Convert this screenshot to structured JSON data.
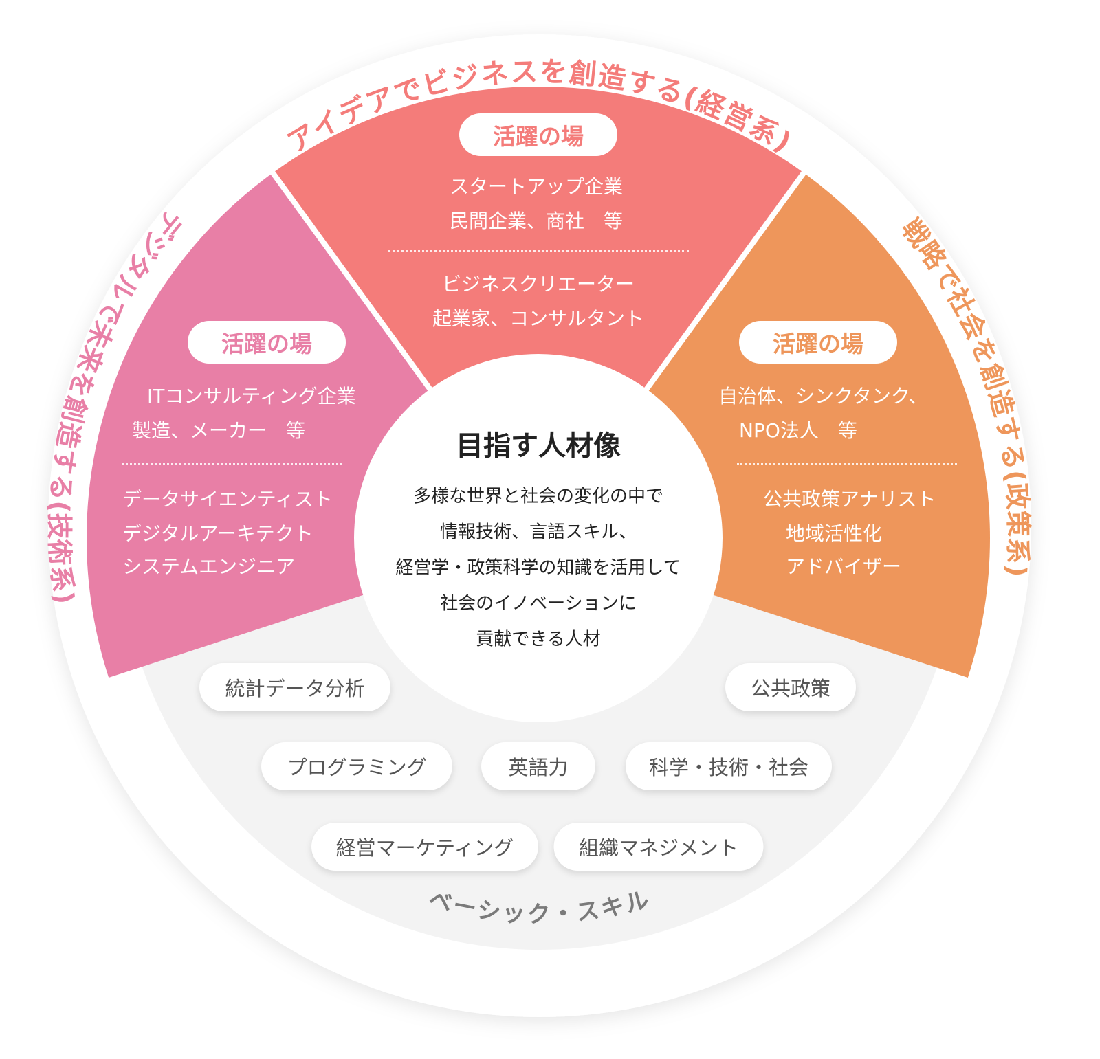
{
  "colors": {
    "management": "#F47C7A",
    "technology": "#E87FA6",
    "policy": "#EE965B",
    "basic_text": "#7A7A7A",
    "center_text": "#222222"
  },
  "arcs": {
    "management": "アイデアでビジネスを創造する(経営系)",
    "technology": "デジタルで未来を創造する(技術系)",
    "policy": "戦略で社会を創造する(政策系)",
    "basic": "ベーシック・スキル"
  },
  "sectors": {
    "management": {
      "badge": "活躍の場",
      "workplaces": [
        "スタートアップ企業",
        "民間企業、商社　等"
      ],
      "careers": [
        "ビジネスクリエーター",
        "起業家、コンサルタント"
      ]
    },
    "technology": {
      "badge": "活躍の場",
      "workplaces": [
        "ITコンサルティング企業",
        "製造、メーカー　等"
      ],
      "careers": [
        "データサイエンティスト",
        "デジタルアーキテクト",
        "システムエンジニア"
      ]
    },
    "policy": {
      "badge": "活躍の場",
      "workplaces": [
        "自治体、シンクタンク、",
        "NPO法人　等"
      ],
      "careers": [
        "公共政策アナリスト",
        "地域活性化",
        "アドバイザー"
      ]
    }
  },
  "center": {
    "title": "目指す人材像",
    "lines": [
      "多様な世界と社会の変化の中で",
      "情報技術、言語スキル、",
      "経営学・政策科学の知識を活用して",
      "社会のイノベーションに",
      "貢献できる人材"
    ]
  },
  "skills": [
    "統計データ分析",
    "公共政策",
    "プログラミング",
    "英語力",
    "科学・技術・社会",
    "経営マーケティング",
    "組織マネジメント"
  ]
}
